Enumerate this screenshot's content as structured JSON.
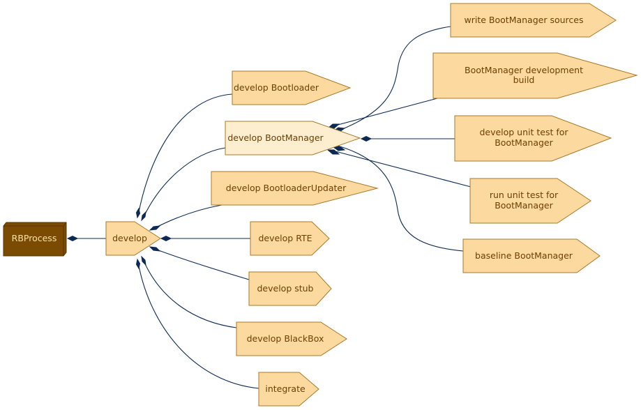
{
  "colors": {
    "node_fill": "#fcd99e",
    "node_stroke": "#a8782a",
    "node_text": "#6b3f06",
    "focus_fill": "#fdeecf",
    "root_fill": "#7a4b00",
    "root_text": "#fbe2a6",
    "edge": "#0d2a55"
  },
  "root": {
    "label": "RBProcess"
  },
  "nodes": {
    "develop": {
      "label": "develop"
    },
    "bootloader": {
      "label": "develop Bootloader"
    },
    "bootmanager": {
      "label": "develop BootManager"
    },
    "bootloader_updater": {
      "label": "develop BootloaderUpdater"
    },
    "rte": {
      "label": "develop RTE"
    },
    "stub": {
      "label": "develop stub"
    },
    "blackbox": {
      "label": "develop BlackBox"
    },
    "integrate": {
      "label": "integrate"
    },
    "write_sources": {
      "label": "write BootManager sources"
    },
    "dev_build": {
      "line1": "BootManager development",
      "line2": "build"
    },
    "dev_unit_test": {
      "line1": "develop unit test for",
      "line2": "BootManager"
    },
    "run_unit_test": {
      "line1": "run unit test for",
      "line2": "BootManager"
    },
    "baseline": {
      "label": "baseline BootManager"
    }
  }
}
